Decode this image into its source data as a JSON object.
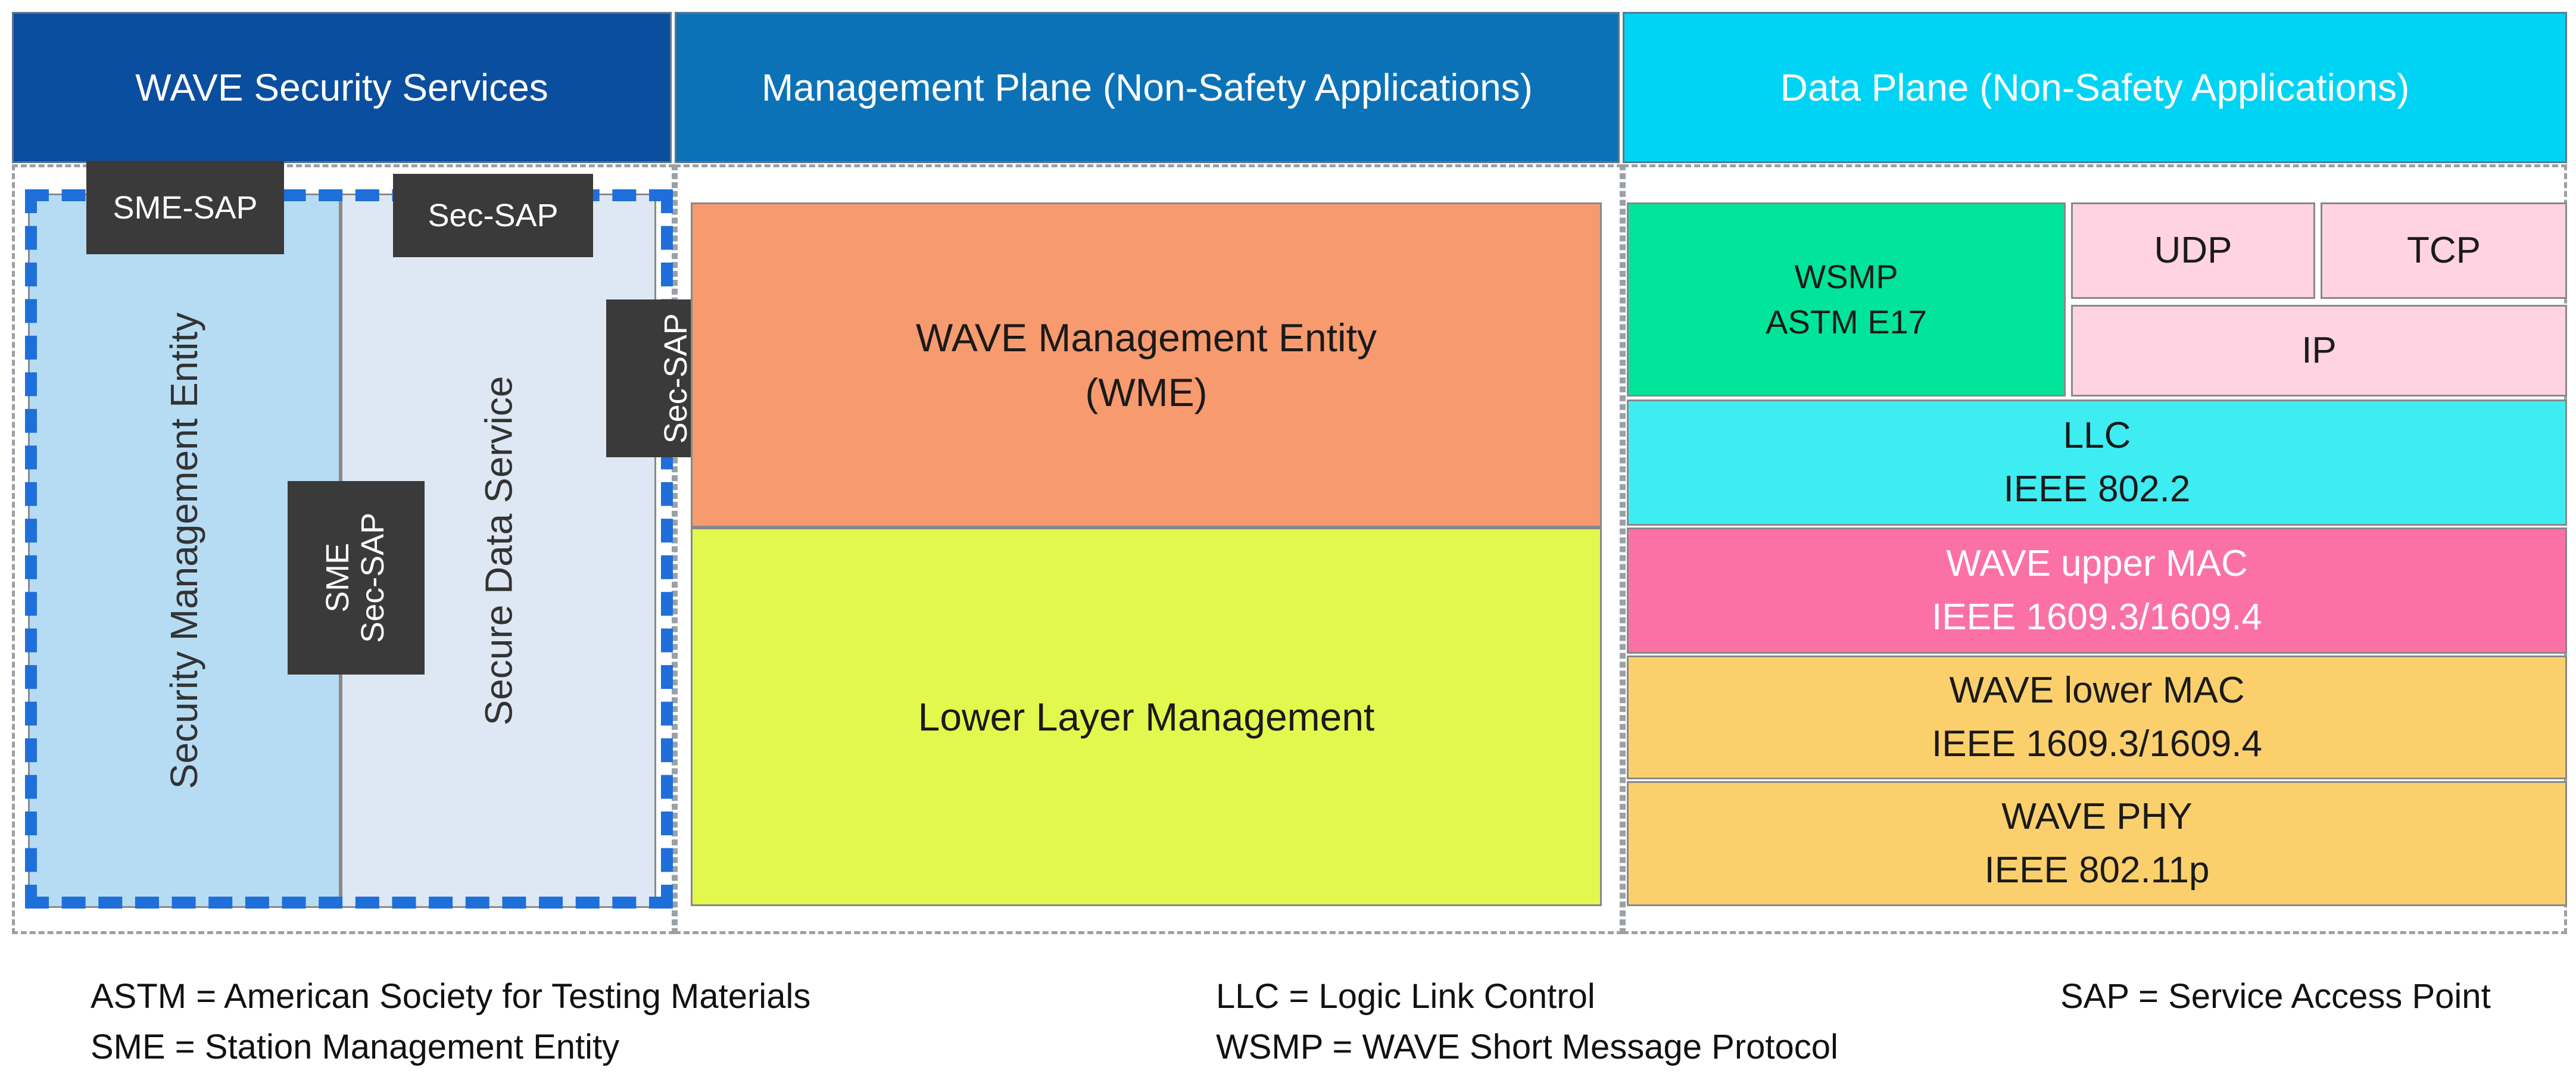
{
  "headers": {
    "security": "WAVE Security Services",
    "management": "Management Plane (Non-Safety Applications)",
    "data": "Data Plane (Non-Safety Applications)"
  },
  "security": {
    "security_management_entity": "Security Management Entity",
    "secure_data_service": "Secure Data Service",
    "sme_sap": "SME-SAP",
    "sec_sap_top": "Sec-SAP",
    "sec_sap_side": "Sec-SAP",
    "sme_sec_sap_line1": "SME",
    "sme_sec_sap_line2": "Sec-SAP"
  },
  "management": {
    "wme_line1": "WAVE Management Entity",
    "wme_line2": "(WME)",
    "lower_layer": "Lower Layer Management"
  },
  "data_plane": {
    "wsmp_line1": "WSMP",
    "wsmp_line2": "ASTM E17",
    "udp": "UDP",
    "tcp": "TCP",
    "ip": "IP",
    "llc_line1": "LLC",
    "llc_line2": "IEEE 802.2",
    "upper_mac_line1": "WAVE upper MAC",
    "upper_mac_line2": "IEEE 1609.3/1609.4",
    "lower_mac_line1": "WAVE lower MAC",
    "lower_mac_line2": "IEEE 1609.3/1609.4",
    "phy_line1": "WAVE PHY",
    "phy_line2": "IEEE 802.11p"
  },
  "legend": {
    "astm": "ASTM = American Society for Testing Materials",
    "sme": "SME = Station Management Entity",
    "llc": "LLC = Logic Link Control",
    "wsmp": "WSMP = WAVE Short Message Protocol",
    "sap": "SAP = Service Access Point"
  },
  "colors": {
    "security_header": "#0a4e9f",
    "management_header": "#0b72b8",
    "data_header": "#00d4f5",
    "wme": "#f79a6e",
    "lower_layer": "#e2f84d",
    "wsmp": "#00e59a",
    "ip_stack": "#ffd3e2",
    "llc": "#3eedf2",
    "upper_mac": "#fb71a6",
    "lower_mac_phy": "#fbd06c",
    "security_boundary": "#1e6fd9"
  }
}
